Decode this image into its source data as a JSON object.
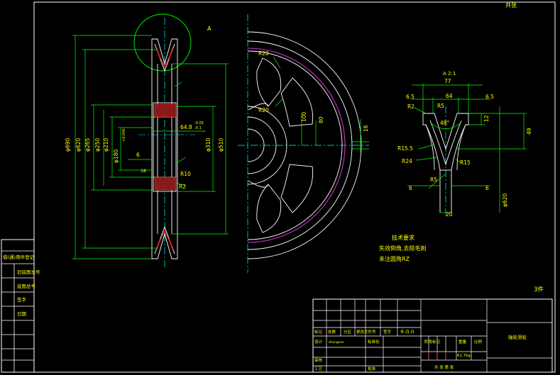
{
  "colors": {
    "background": "#000000",
    "outline": "#ffffff",
    "dimension": "#00ff00",
    "centerline": "#00ffff",
    "hatch": "#cc2222",
    "pitch_circle": "#cc33cc",
    "text": "#ffff00",
    "frame": "#ffffff"
  },
  "corner_label": "共张",
  "detail_label": "A",
  "section_title": "A 2:1",
  "dims": {
    "d690": "φ690",
    "d620": "φ620",
    "d265": "φ265",
    "d250": "φ250",
    "d210": "φ210",
    "d180": "φ180",
    "tol180": "+0.046",
    "tol648_up": "-0.05",
    "tol648_lo": "-0.1",
    "d310": "φ310",
    "d510": "φ510",
    "l648": "64.8",
    "l6": "6",
    "a18": "18",
    "r10": "R10",
    "r2": "R2",
    "r20a": "R20",
    "r20b": "R20",
    "l100": "100",
    "l80": "80",
    "l16": "16",
    "s77": "77",
    "s65a": "6.5",
    "s64": "64",
    "s65b": "6.5",
    "s2r": "R2",
    "s5r": "R5",
    "s12": "12",
    "s49": "49",
    "s48": "48°",
    "s155": "R15.5",
    "s24": "R24",
    "s15": "R15",
    "s5b": "R5",
    "s6a": "6",
    "s6b": "6",
    "s20": "20",
    "s620": "φ620"
  },
  "notes": {
    "title": "技术要求",
    "line1": "失效倒角,去除毛刺",
    "line2": "未注圆角RZ"
  },
  "part_count": "3件",
  "left_strip": [
    "借(通)用件登记",
    "旧底图总号",
    "底图总号",
    "签字",
    "日期"
  ],
  "title_block": {
    "hdr": [
      "标记",
      "处数",
      "分区",
      "更改文件号",
      "签字",
      "年.月.日"
    ],
    "designer_label": "设计",
    "designer_name": "zhangsan",
    "std_label": "标准化",
    "review_label": "审核",
    "process_label": "工艺",
    "approve_label": "批准",
    "stage_label": "阶段标记",
    "weight_label": "重量",
    "weight_value": "61.7kg",
    "scale_label": "比例",
    "sheets": "共  张  第  张",
    "part_name": "轴轮滑轮"
  }
}
